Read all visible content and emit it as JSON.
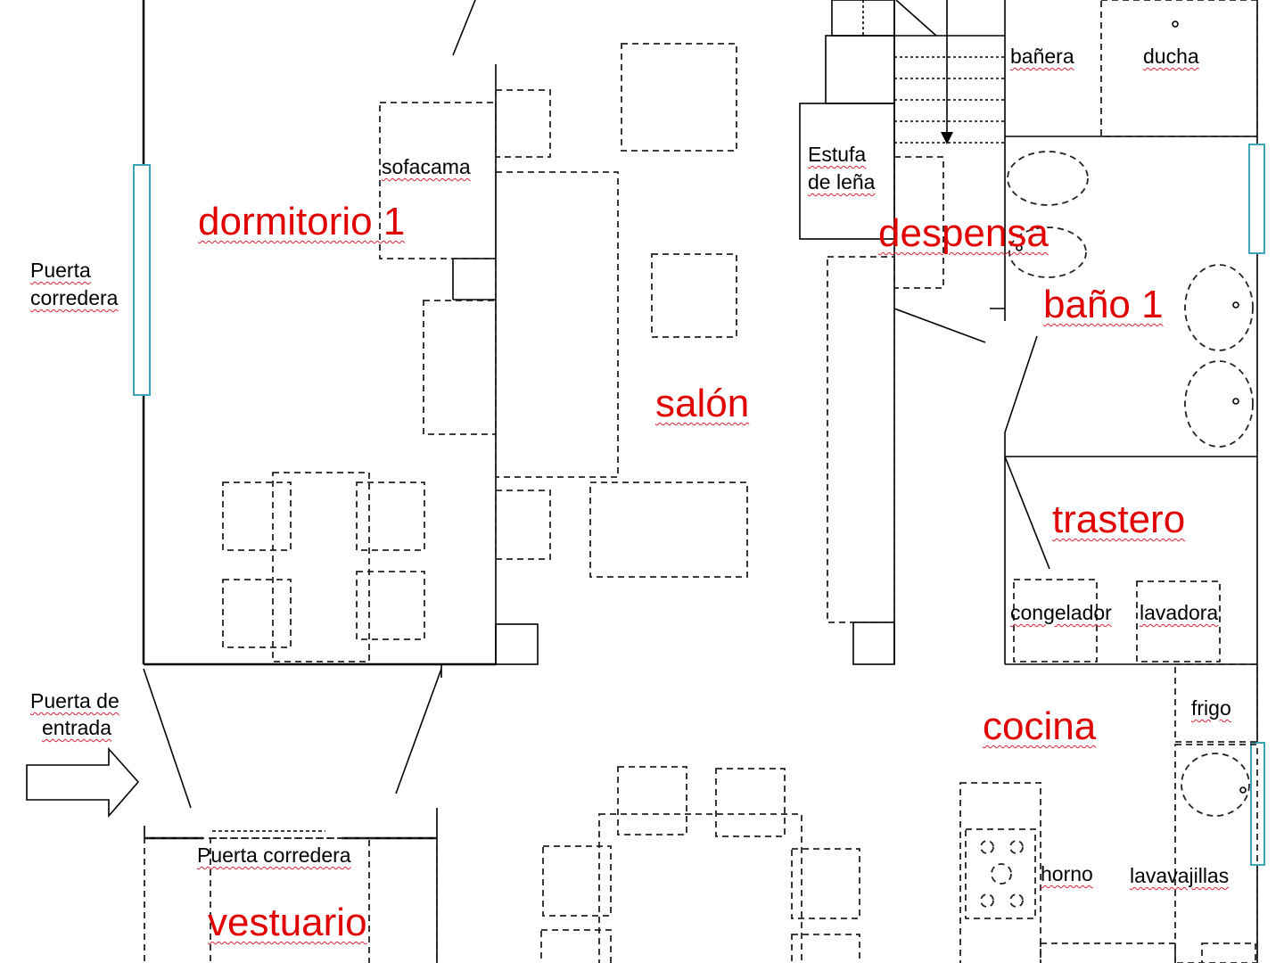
{
  "rooms": {
    "dormitorio": "dormitorio 1",
    "salon": "salón",
    "despensa": "despensa",
    "bano": "baño 1",
    "trastero": "trastero",
    "cocina": "cocina",
    "vestuario": "vestuario"
  },
  "labels": {
    "sofacama": "sofacama",
    "puerta_corredera_left_1": "Puerta",
    "puerta_corredera_left_2": "corredera",
    "estufa_1": "Estufa",
    "estufa_2": "de leña",
    "banera": "bañera",
    "ducha": "ducha",
    "congelador": "congelador",
    "lavadora": "lavadora",
    "frigo": "frigo",
    "horno": "horno",
    "lavavajillas": "lavavajillas",
    "entrada_1": "Puerta de",
    "entrada_2": "entrada",
    "puerta_corredera_bottom": "Puerta corredera"
  },
  "colors": {
    "room_label": "#e00000",
    "window": "#3aa6b9",
    "walls": "#000000"
  }
}
